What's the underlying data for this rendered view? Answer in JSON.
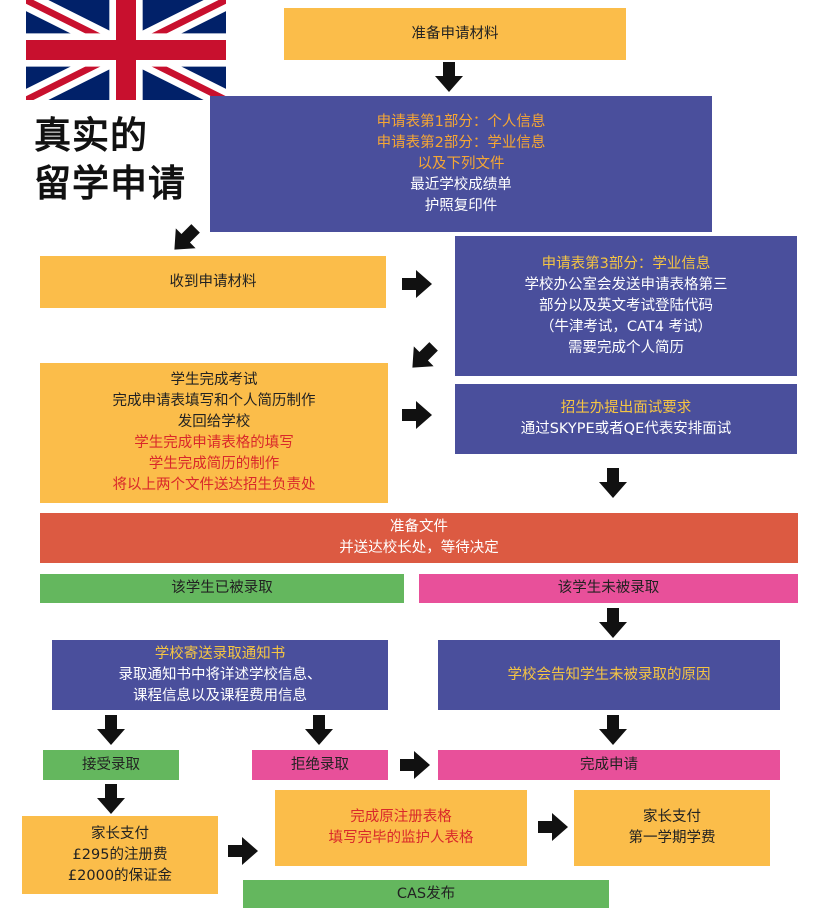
{
  "title": {
    "line1": "真实的",
    "line2": "留学申请"
  },
  "boxes": {
    "prepare": {
      "lines": [
        "准备申请材料"
      ]
    },
    "forms12": {
      "lines": [
        "申请表第1部分：个人信息",
        "申请表第2部分：学业信息",
        "以及下列文件",
        "最近学校成绩单",
        "护照复印件"
      ]
    },
    "received": {
      "lines": [
        "收到申请材料"
      ]
    },
    "form3": {
      "lines": [
        "申请表第3部分：学业信息",
        "学校办公室会发送申请表格第三",
        "部分以及英文考试登陆代码",
        "（牛津考试，CAT4 考试）",
        "需要完成个人简历"
      ]
    },
    "student_done": {
      "lines": [
        "学生完成考试",
        "完成申请表填写和个人简历制作",
        "发回给学校",
        "学生完成申请表格的填写",
        "学生完成简历的制作",
        "将以上两个文件送达招生负责处"
      ]
    },
    "interview": {
      "lines": [
        "招生办提出面试要求",
        "通过SKYPE或者QE代表安排面试"
      ]
    },
    "prep_docs": {
      "lines": [
        "准备文件",
        "并送达校长处，等待决定"
      ]
    },
    "admitted": {
      "lines": [
        "该学生已被录取"
      ]
    },
    "not_admitted": {
      "lines": [
        "该学生未被录取"
      ]
    },
    "offer": {
      "lines": [
        "学校寄送录取通知书",
        "录取通知书中将详述学校信息、",
        "课程信息以及课程费用信息"
      ]
    },
    "reason": {
      "lines": [
        "学校会告知学生未被录取的原因"
      ]
    },
    "accept": {
      "lines": [
        "接受录取"
      ]
    },
    "reject": {
      "lines": [
        "拒绝录取"
      ]
    },
    "complete": {
      "lines": [
        "完成申请"
      ]
    },
    "pay_deposit": {
      "lines": [
        "家长支付",
        "£295的注册费",
        "£2000的保证金"
      ]
    },
    "guardian": {
      "lines": [
        "完成原注册表格",
        "填写完毕的监护人表格"
      ]
    },
    "pay_term": {
      "lines": [
        "家长支付",
        "第一学期学费"
      ]
    },
    "cas": {
      "lines": [
        "CAS发布"
      ]
    }
  },
  "colors": {
    "orange": "#fbbd4a",
    "blue": "#4a4f9c",
    "red": "#dc5a42",
    "green": "#64b75e",
    "pink": "#e8509a"
  }
}
